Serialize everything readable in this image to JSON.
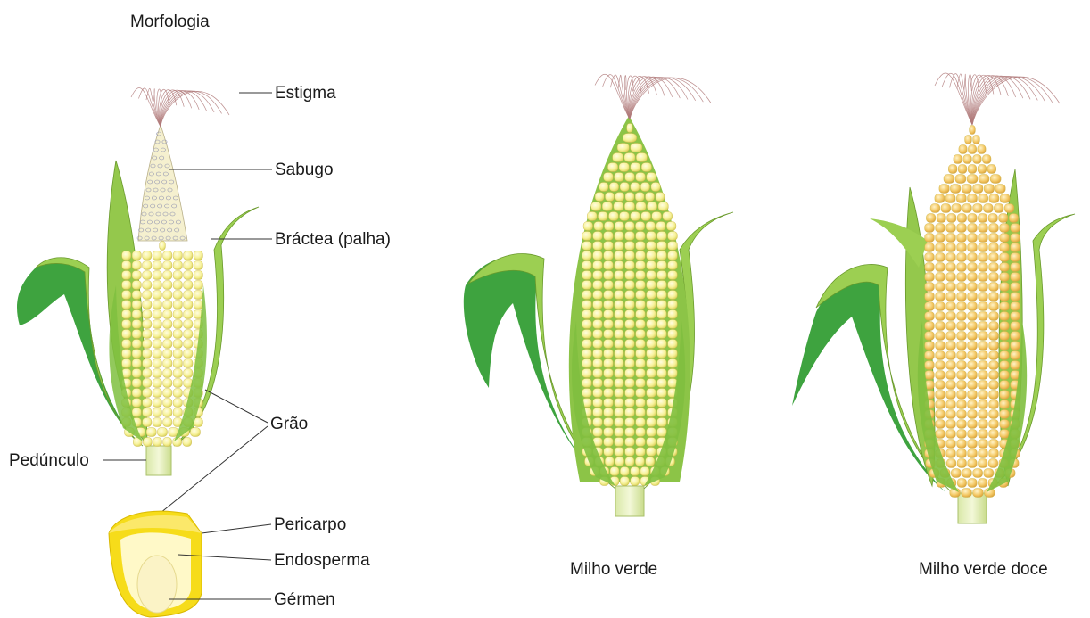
{
  "title": "Morfologia",
  "labels": {
    "estigma": "Estigma",
    "sabugo": "Sabugo",
    "bractea": "Bráctea (palha)",
    "grao": "Grão",
    "pedunculo": "Pedúnculo",
    "pericarpo": "Pericarpo",
    "endosperma": "Endosperma",
    "germen": "Gérmen"
  },
  "captions": {
    "milho_verde": "Milho verde",
    "milho_verde_doce": "Milho verde doce"
  },
  "colors": {
    "leaf_light": "#9ccf52",
    "leaf_dark": "#3ea33f",
    "kernel_pale": "#f7f29a",
    "kernel_gold": "#f2c45a",
    "cob": "#f5f0cf",
    "silk": "#b07a7a",
    "pericarp": "#f6dc1a"
  }
}
